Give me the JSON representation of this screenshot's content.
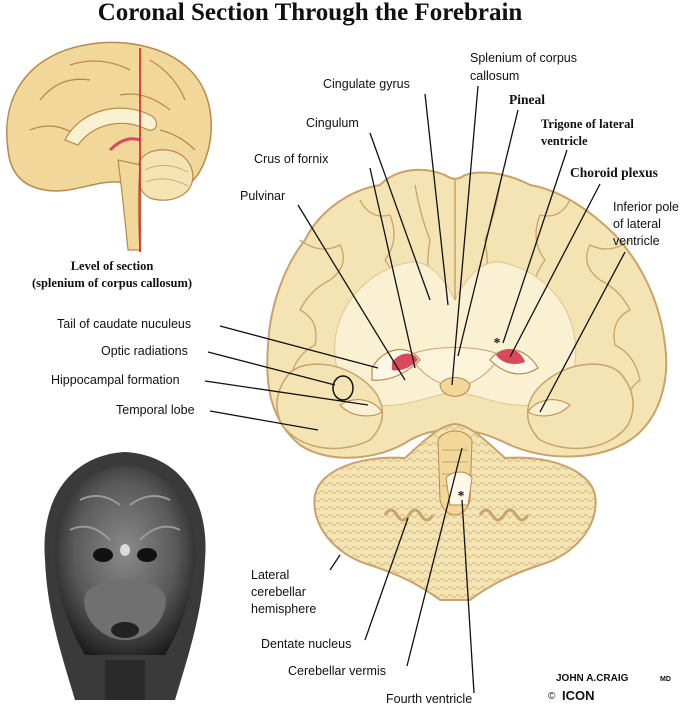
{
  "title": "Coronal Section Through the Forebrain",
  "inset_caption": {
    "line1": "Level of section",
    "line2": "(splenium of corpus callosum)"
  },
  "labels": {
    "splenium": [
      "Splenium of corpus",
      "callosum"
    ],
    "cingulate_gyrus": "Cingulate gyrus",
    "pineal": "Pineal",
    "cingulum": "Cingulum",
    "trigone": [
      "Trigone of lateral",
      "ventricle"
    ],
    "crus_fornix": "Crus of fornix",
    "choroid_plexus": "Choroid plexus",
    "pulvinar": "Pulvinar",
    "inferior_pole": [
      "Inferior pole",
      "of lateral",
      "ventricle"
    ],
    "tail_caudate": "Tail of caudate nuculeus",
    "optic_radiations": "Optic radiations",
    "hippocampal": "Hippocampal formation",
    "temporal_lobe": "Temporal lobe",
    "lateral_cerebellar": [
      "Lateral",
      "cerebellar",
      "hemisphere"
    ],
    "dentate": "Dentate nucleus",
    "vermis": "Cerebellar vermis",
    "fourth_ventricle": "Fourth ventricle"
  },
  "markers": {
    "asterisk": "*"
  },
  "credit": {
    "artist": "JOHN A.CRAIG",
    "suffix": "MD",
    "copyright": "©",
    "logo": "ICON"
  },
  "colors": {
    "tissue": "#f4e4b4",
    "tissue_edge": "#c9a36a",
    "white_matter": "#faf0d2",
    "ventricle_red": "#d9485b",
    "mri_dark": "#2a2a2a"
  }
}
